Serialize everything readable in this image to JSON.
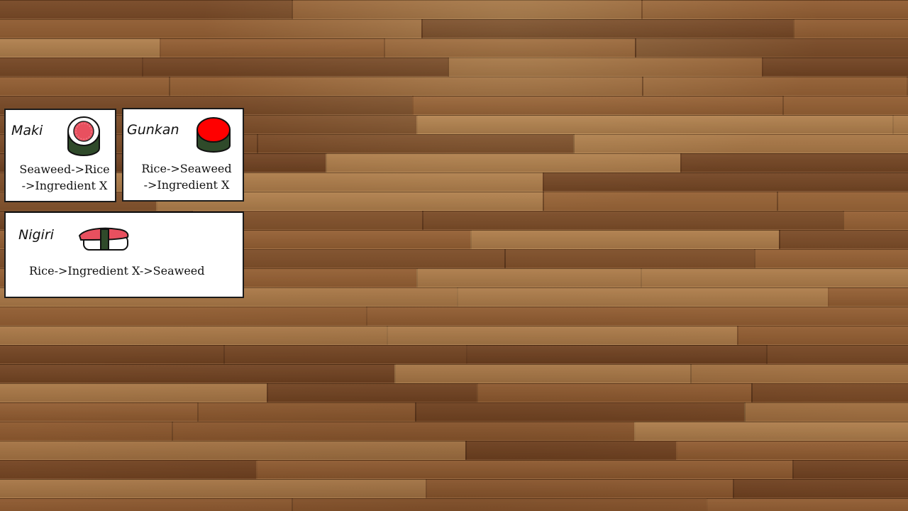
{
  "colors": {
    "wood_dark": "#6e4020",
    "wood_mid": "#955f33",
    "wood_light": "#b58450",
    "card_background": "#ffffff",
    "card_border": "#1a1a1a",
    "seaweed": "#2f4a2a",
    "rice": "#ffffff",
    "tuna": "#e8505f",
    "roe": "#ff0000"
  },
  "recipes": {
    "maki": {
      "name": "Maki",
      "icon": "maki-roll-icon",
      "recipe_line1": "Seaweed->Rice",
      "recipe_line2": "->Ingredient X"
    },
    "gunkan": {
      "name": "Gunkan",
      "icon": "gunkan-icon",
      "recipe_line1": "Rice->Seaweed",
      "recipe_line2": "->Ingredient X"
    },
    "nigiri": {
      "name": "Nigiri",
      "icon": "nigiri-icon",
      "recipe_line1": "Rice->Ingredient X->Seaweed"
    }
  }
}
